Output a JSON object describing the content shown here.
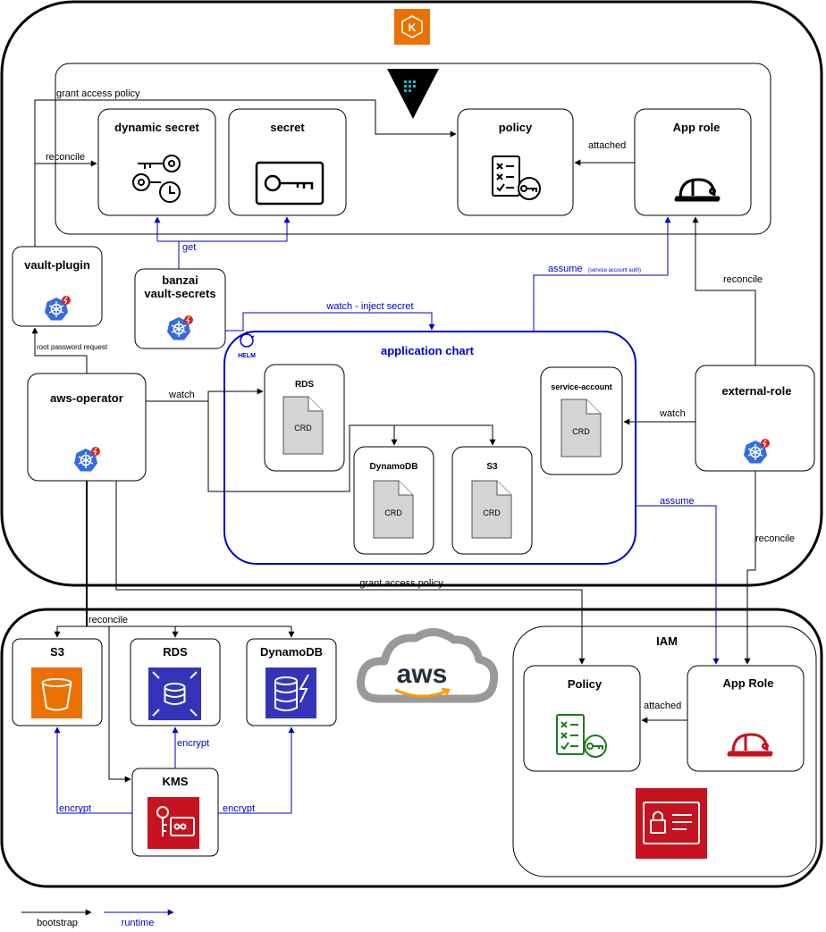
{
  "legend": {
    "bootstrap": "bootstrap",
    "runtime": "runtime"
  },
  "colors": {
    "bootstrap": "#000000",
    "runtime": "#0000cc",
    "aws_orange": "#ed7100",
    "aws_blue": "#3334b9",
    "aws_red": "#c7131f",
    "policy_green": "#1e7a1e"
  },
  "cluster": {
    "vault": {
      "dynamic_secret": "dynamic secret",
      "secret": "secret",
      "policy": "policy",
      "app_role": "App role"
    },
    "vault_plugin": "vault-plugin",
    "banzai_line1": "banzai",
    "banzai_line2": "vault-secrets",
    "aws_operator": "aws-operator",
    "external_role": "external-role",
    "helm_logo": "HELM",
    "app_chart": {
      "title": "application chart",
      "rds": "RDS",
      "dynamodb": "DynamoDB",
      "s3": "S3",
      "service_account": "service-account",
      "crd": "CRD"
    }
  },
  "edges": {
    "grant_access_policy": "grant access policy",
    "reconcile": "reconcile",
    "attached": "attached",
    "get": "get",
    "assume": "assume",
    "assume_note": "(service account auth)",
    "watch_inject": "watch - inject secret",
    "root_password": "root password request",
    "watch": "watch",
    "encrypt": "encrypt"
  },
  "aws": {
    "logo": "aws",
    "s3": "S3",
    "rds": "RDS",
    "dynamodb": "DynamoDB",
    "kms": "KMS",
    "iam": {
      "title": "IAM",
      "policy": "Policy",
      "app_role": "App Role"
    }
  }
}
